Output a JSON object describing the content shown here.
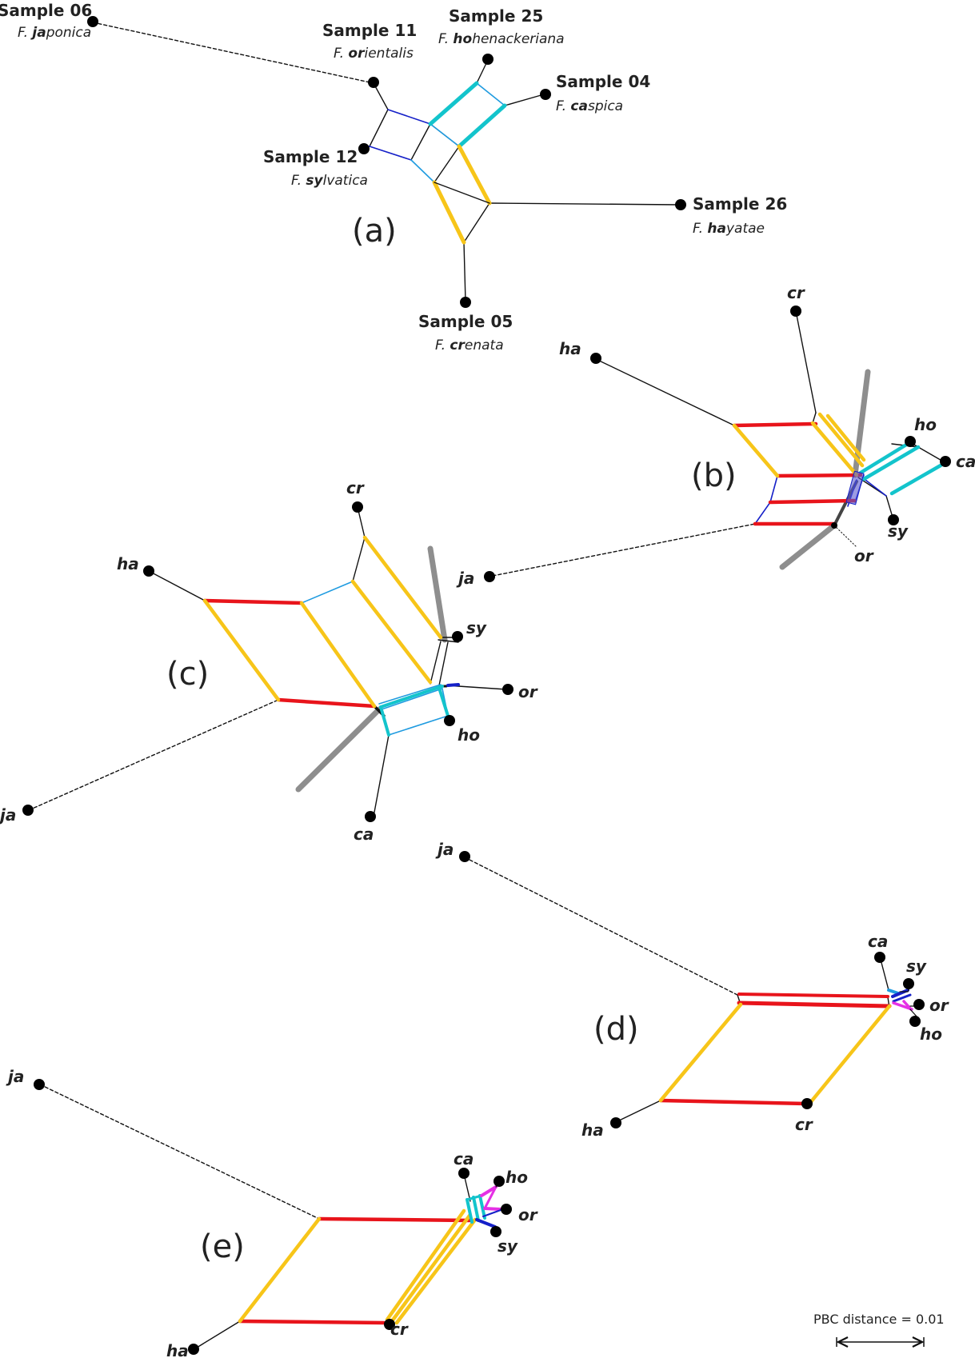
{
  "colors": {
    "red": "#e8141b",
    "yellow": "#f7c519",
    "cyan": "#13c4cc",
    "lightblue": "#1f9be0",
    "blue": "#1520c8",
    "magenta": "#e530e5",
    "gray": "#8e8e8e",
    "black": "#111111"
  },
  "panels": {
    "a": {
      "label": "(a)",
      "taxa": [
        {
          "id": "s06",
          "name": "Sample 06",
          "genus": "F.",
          "sp_bold": "ja",
          "sp_rest": "ponica"
        },
        {
          "id": "s11",
          "name": "Sample 11",
          "genus": "F.",
          "sp_bold": "or",
          "sp_rest": "ientalis"
        },
        {
          "id": "s25",
          "name": "Sample 25",
          "genus": "F.",
          "sp_bold": "ho",
          "sp_rest": "henackeriana"
        },
        {
          "id": "s04",
          "name": "Sample 04",
          "genus": "F.",
          "sp_bold": "ca",
          "sp_rest": "spica"
        },
        {
          "id": "s12",
          "name": "Sample 12",
          "genus": "F.",
          "sp_bold": "sy",
          "sp_rest": "lvatica"
        },
        {
          "id": "s26",
          "name": "Sample 26",
          "genus": "F.",
          "sp_bold": "ha",
          "sp_rest": "yatae"
        },
        {
          "id": "s05",
          "name": "Sample 05",
          "genus": "F.",
          "sp_bold": "cr",
          "sp_rest": "enata"
        }
      ]
    },
    "b": {
      "label": "(b)",
      "taxa": [
        "cr",
        "ha",
        "ho",
        "ca",
        "sy",
        "or",
        "ja"
      ]
    },
    "c": {
      "label": "(c)",
      "taxa": [
        "cr",
        "ha",
        "sy",
        "or",
        "ho",
        "ca",
        "ja"
      ]
    },
    "d": {
      "label": "(d)",
      "taxa": [
        "ja",
        "ca",
        "sy",
        "or",
        "ho",
        "ha",
        "cr"
      ]
    },
    "e": {
      "label": "(e)",
      "taxa": [
        "ja",
        "ca",
        "ho",
        "or",
        "sy",
        "ha",
        "cr"
      ]
    }
  },
  "scale_bar": {
    "label": "PBC distance = 0.01"
  }
}
